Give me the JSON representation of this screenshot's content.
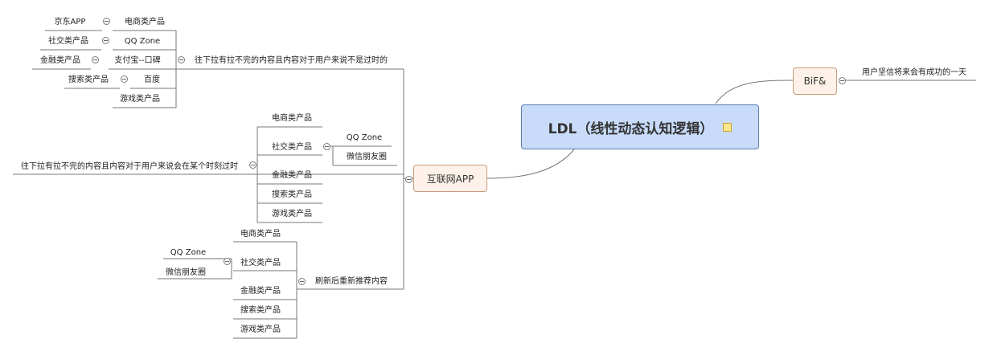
{
  "central": {
    "title": "LDL（线性动态认知逻辑）",
    "icon": "note-icon"
  },
  "bif": {
    "label": "BiF&",
    "child": "用户坚信将来会有成功的一天"
  },
  "app": {
    "label": "互联网APP"
  },
  "branch1": {
    "label": "往下拉有拉不完的内容且内容对于用户来说不是过时的",
    "items": [
      {
        "left": "京东APP",
        "right": "电商类产品"
      },
      {
        "left": "社交类产品",
        "right": "QQ Zone"
      },
      {
        "left": "金融类产品",
        "right": "支付宝--口碑"
      },
      {
        "left": "搜索类产品",
        "right": "百度"
      },
      {
        "left": "",
        "right": "游戏类产品"
      }
    ]
  },
  "branch2": {
    "label": "往下拉有拉不完的内容且内容对于用户来说会在某个时刻过时",
    "items": [
      "电商类产品",
      "社交类产品",
      "金融类产品",
      "搜索类产品",
      "游戏类产品"
    ],
    "social_children": [
      "QQ Zone",
      "微信朋友圈"
    ]
  },
  "branch3": {
    "label": "刷新后重新推荐内容",
    "items": [
      "电商类产品",
      "社交类产品",
      "金融类产品",
      "搜索类产品",
      "游戏类产品"
    ],
    "social_children": [
      "QQ Zone",
      "微信朋友圈"
    ]
  }
}
